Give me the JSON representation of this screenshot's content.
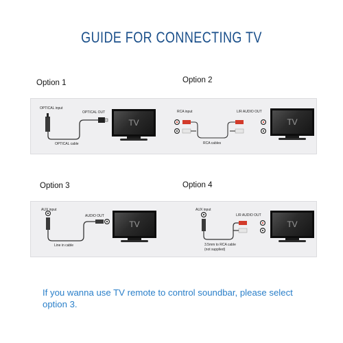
{
  "title": "GUIDE FOR CONNECTING TV",
  "options": [
    {
      "label": "Option 1",
      "tv_text": "TV",
      "labels": [
        "OPTICAL input",
        "OPTICAL OUT",
        "OPTICAL cable"
      ]
    },
    {
      "label": "Option 2",
      "tv_text": "TV",
      "labels": [
        "RCA input",
        "L/R AUDIO OUT",
        "RCA cables"
      ]
    },
    {
      "label": "Option 3",
      "tv_text": "TV",
      "labels": [
        "AUX input",
        "AUDIO OUT",
        "Line in cable"
      ]
    },
    {
      "label": "Option 4",
      "tv_text": "TV",
      "labels": [
        "AUX input",
        "L/R AUDIO OUT",
        "3.5mm to RCA cable",
        "(not supplied)"
      ]
    }
  ],
  "footnote": "If you wanna use TV remote to control soundbar, please select option 3.",
  "colors": {
    "title": "#1a4f8a",
    "footnote": "#2a7fc9",
    "panel": "#efeff1",
    "rca_red": "#d23a2a",
    "rca_white": "#e8e8e8"
  }
}
